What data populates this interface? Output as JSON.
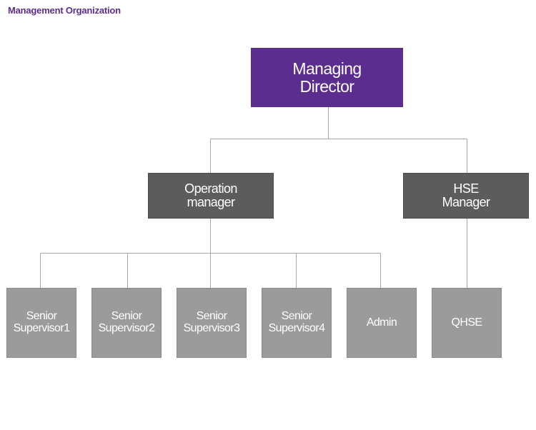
{
  "title": "Management Organization",
  "managing_director": {
    "line1": "Managing",
    "line2": "Director"
  },
  "operation_manager": {
    "line1": "Operation",
    "line2": "manager"
  },
  "hse_manager": {
    "line1": "HSE",
    "line2": "Manager"
  },
  "senior_supervisor_1": {
    "line1": "Senior",
    "line2": "Supervisor1"
  },
  "senior_supervisor_2": {
    "line1": "Senior",
    "line2": "Supervisor2"
  },
  "senior_supervisor_3": {
    "line1": "Senior",
    "line2": "Supervisor3"
  },
  "senior_supervisor_4": {
    "line1": "Senior",
    "line2": "Supervisor4"
  },
  "admin": {
    "label": "Admin"
  },
  "qhse": {
    "label": "QHSE"
  },
  "colors": {
    "title": "#5b2d8e",
    "top_box": "#5b2d8e",
    "manager_box": "#5c5c5c",
    "leaf_box": "#9b9b9b",
    "connector": "#a8a8a8"
  }
}
